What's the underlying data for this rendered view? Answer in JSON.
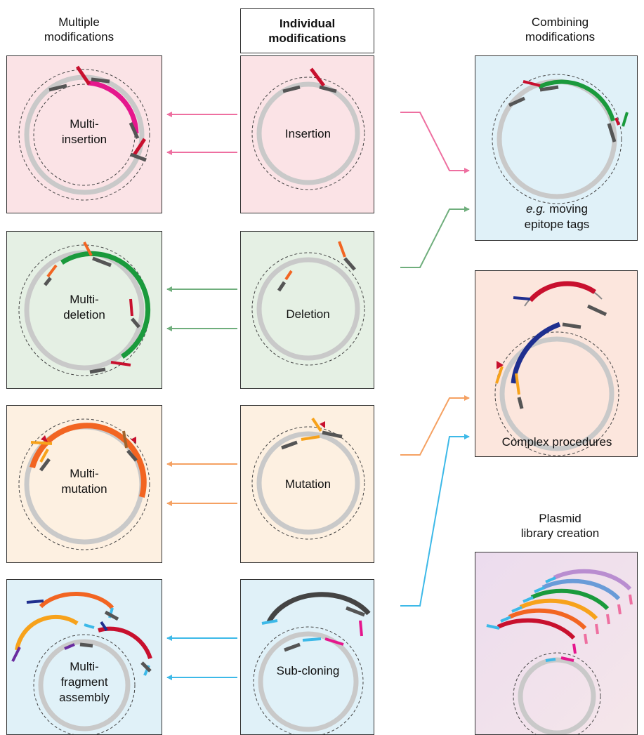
{
  "headers": {
    "multiple": [
      "Multiple",
      "modifications"
    ],
    "individual": [
      "Individual",
      "modifications"
    ],
    "combining": [
      "Combining",
      "modifications"
    ],
    "plasmid": [
      "Plasmid",
      "library creation"
    ]
  },
  "panels": {
    "multi_insertion": [
      "Multi-",
      "insertion"
    ],
    "insertion": "Insertion",
    "combining": [
      "e.g.",
      " moving",
      "epitope tags"
    ],
    "multi_deletion": [
      "Multi-",
      "deletion"
    ],
    "deletion": "Deletion",
    "complex": "Complex procedures",
    "multi_mutation": [
      "Multi-",
      "mutation"
    ],
    "mutation": "Mutation",
    "multi_fragment": [
      "Multi-",
      "fragment",
      "assembly"
    ],
    "subcloning": "Sub-cloning"
  },
  "colors": {
    "insertion": "#ee6fa0",
    "deletion": "#6fae7c",
    "mutation": "#f5a162",
    "subcloning": "#3db9e8",
    "magenta": "#e5178d",
    "green": "#1a9a3c",
    "crimson": "#c8102e",
    "navy": "#1f2f8f",
    "orange": "#f26522",
    "amber": "#f7a21b"
  }
}
